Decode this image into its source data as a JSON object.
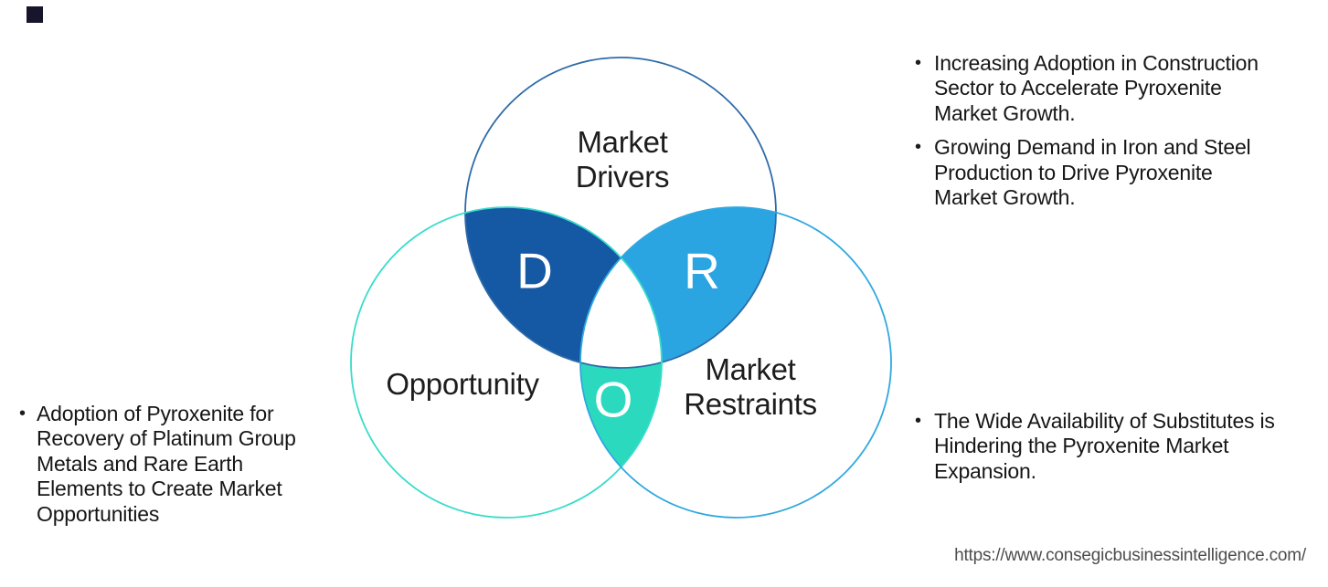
{
  "page": {
    "bg": "#ffffff"
  },
  "glyphs": {
    "bullet": "•"
  },
  "logo": {
    "color": "#16152c"
  },
  "venn": {
    "drivers": {
      "label_lines": [
        "Market",
        "Drivers"
      ],
      "letter": "D",
      "stroke": "#2e6ba8",
      "overlap_fill": "#1558a3"
    },
    "restraints": {
      "label_lines": [
        "Market",
        "Restraints"
      ],
      "letter": "R",
      "stroke": "#2fa8e0",
      "overlap_fill": "#2ba5e2"
    },
    "opportunity": {
      "label_lines": [
        "Opportunity"
      ],
      "letter": "O",
      "stroke": "#38dccb",
      "overlap_fill": "#2bd9be"
    }
  },
  "left_column": {
    "bullets": [
      {
        "lines": [
          "Adoption of Pyroxenite for",
          "Recovery of Platinum Group",
          "Metals and Rare Earth",
          "Elements to Create Market",
          "Opportunities"
        ]
      }
    ]
  },
  "right_column": {
    "top_bullets": [
      {
        "lines": [
          "Increasing Adoption in Construction",
          "Sector to Accelerate Pyroxenite",
          "Market Growth."
        ]
      },
      {
        "lines": [
          "Growing Demand in Iron and Steel",
          "Production to Drive Pyroxenite",
          "Market Growth."
        ]
      }
    ],
    "bottom_bullets": [
      {
        "lines": [
          "The Wide Availability of Substitutes is",
          "Hindering the Pyroxenite Market",
          "Expansion."
        ]
      }
    ]
  },
  "footer": {
    "url": "https://www.consegicbusinessintelligence.com/"
  }
}
